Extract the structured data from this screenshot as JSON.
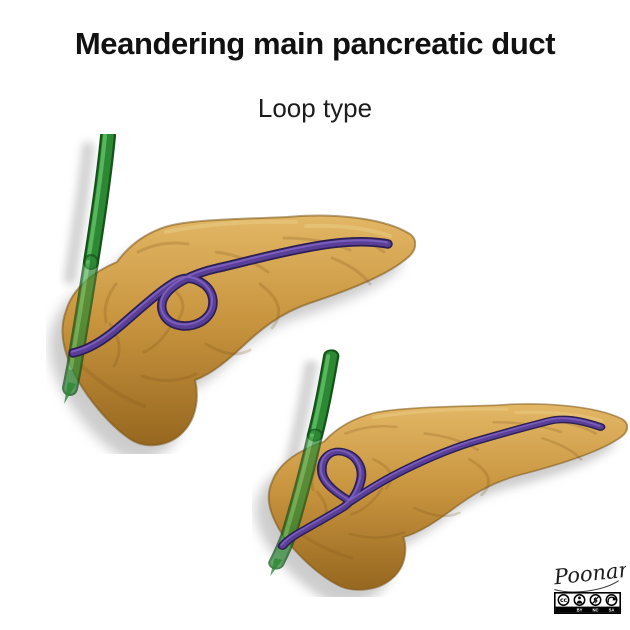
{
  "header": {
    "title": "Meandering main pancreatic duct",
    "subtitle": "Loop type"
  },
  "illustrations": [
    {
      "id": "upper-pancreas-figure",
      "parts": [
        "pancreas",
        "looping-main-pancreatic-duct",
        "common-bile-duct",
        "cast-shadow"
      ]
    },
    {
      "id": "lower-pancreas-figure",
      "parts": [
        "pancreas",
        "looping-main-pancreatic-duct",
        "common-bile-duct",
        "cast-shadow"
      ]
    }
  ],
  "colors": {
    "background": "#ffffff",
    "title_text": "#111111",
    "pancreas": "#c9953f",
    "pancreas_light": "#e2b766",
    "pancreas_dark": "#96671f",
    "pancreas_edge": "#7a5316",
    "duct_purple": "#5a3f99",
    "duct_purple_dark": "#2e1f52",
    "duct_purple_light": "#8266c4",
    "duct_green": "#2c8833",
    "duct_green_dark": "#14531a",
    "duct_green_light": "#58b65e",
    "shadow_gray": "#9a9a9a"
  },
  "credit": {
    "signature": "Poonam",
    "license": {
      "badge": "cc",
      "terms": [
        "BY",
        "NC",
        "SA"
      ]
    }
  }
}
